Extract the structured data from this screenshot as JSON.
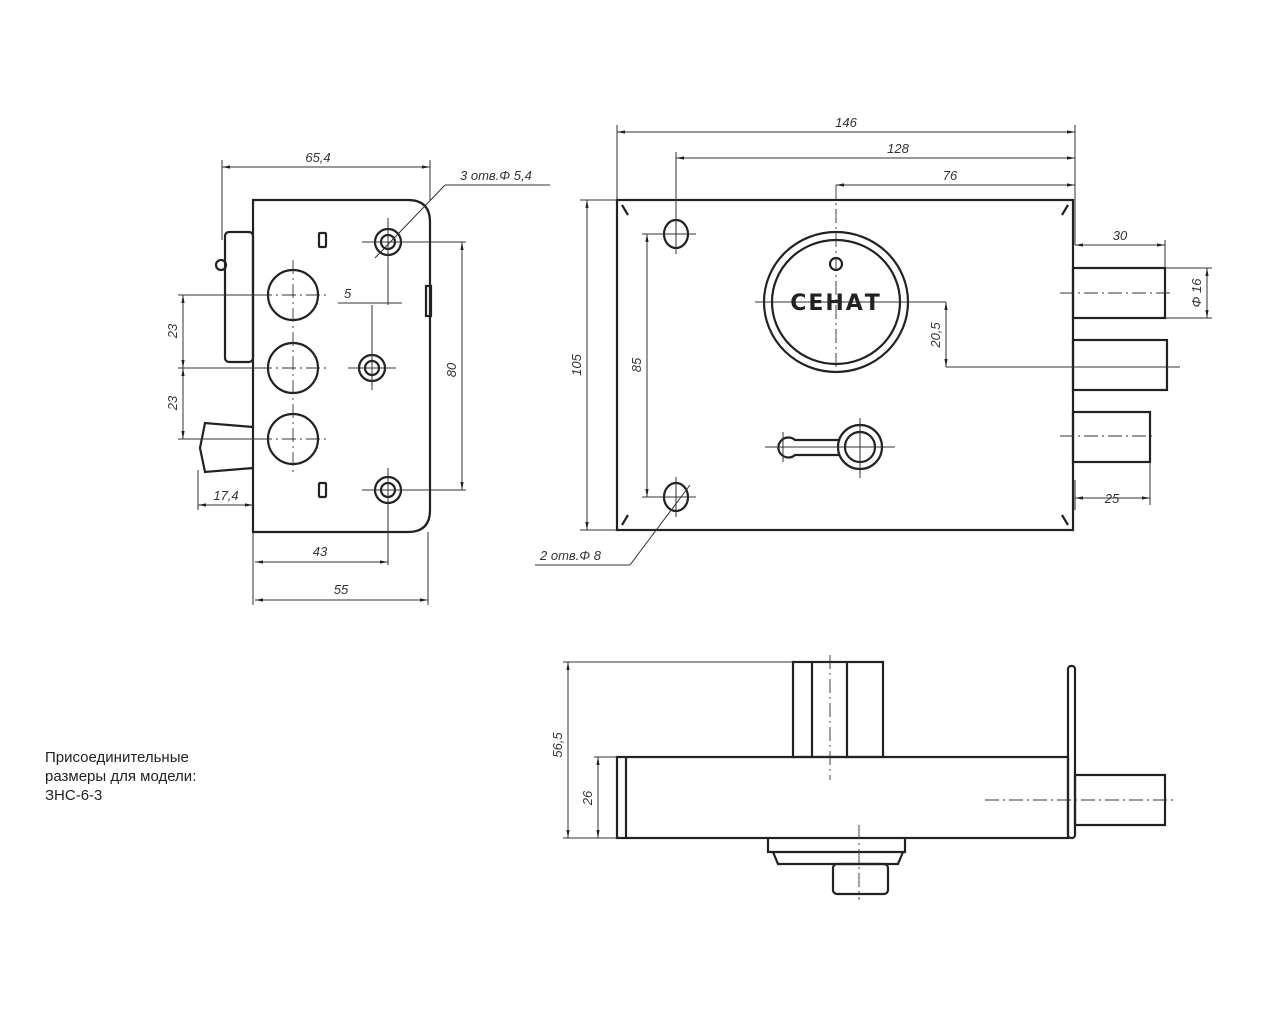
{
  "brand_label": "СЕНАТ",
  "dimensions": {
    "side_width_total": "65,4",
    "holes_3": "3 отв.Φ 5,4",
    "offset_5": "5",
    "pitch_23_a": "23",
    "pitch_23_b": "23",
    "height_80": "80",
    "handle_17_4": "17,4",
    "width_43": "43",
    "width_55": "55",
    "length_146": "146",
    "length_128": "128",
    "length_76": "76",
    "height_105": "105",
    "height_85": "85",
    "offset_20_5": "20,5",
    "bolt_30": "30",
    "bolt_dia_16": "Φ 16",
    "bolt_25": "25",
    "holes_2": "2 отв.Φ 8",
    "depth_56_5": "56,5",
    "depth_26": "26"
  },
  "caption": {
    "line1": "Присоединительные",
    "line2": "размеры для модели:",
    "line3": "ЗНС-6-3"
  }
}
